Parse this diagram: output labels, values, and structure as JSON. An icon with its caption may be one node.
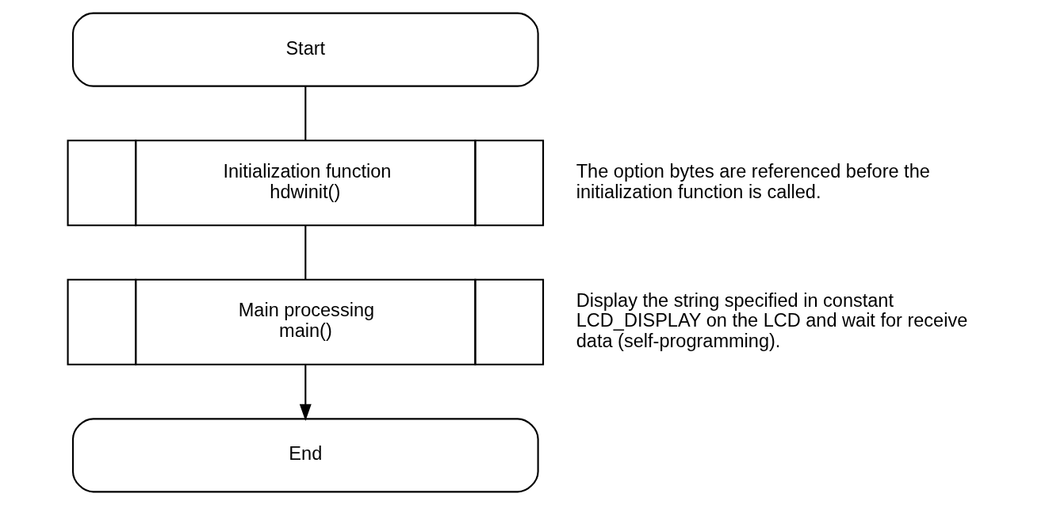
{
  "diagram": {
    "nodes": [
      {
        "text": [
          "Start"
        ]
      },
      {
        "text": [
          "Initialization function",
          "hdwinit()"
        ],
        "beside": [
          "The option bytes are referenced before the initialization function is called."
        ]
      },
      {
        "text": [
          "Main processing",
          "main()"
        ],
        "beside": [
          "Display the string specified in constant LCD_DISPLAY on the LCD and wait for receive data (self-programming)."
        ]
      },
      {
        "text": [
          "End"
        ]
      }
    ],
    "edges": [
      {
        "from": 0,
        "to": 1,
        "arrow": "none"
      },
      {
        "from": 1,
        "to": 2,
        "arrow": "none"
      },
      {
        "from": 2,
        "to": 3,
        "arrow": "to"
      }
    ]
  }
}
